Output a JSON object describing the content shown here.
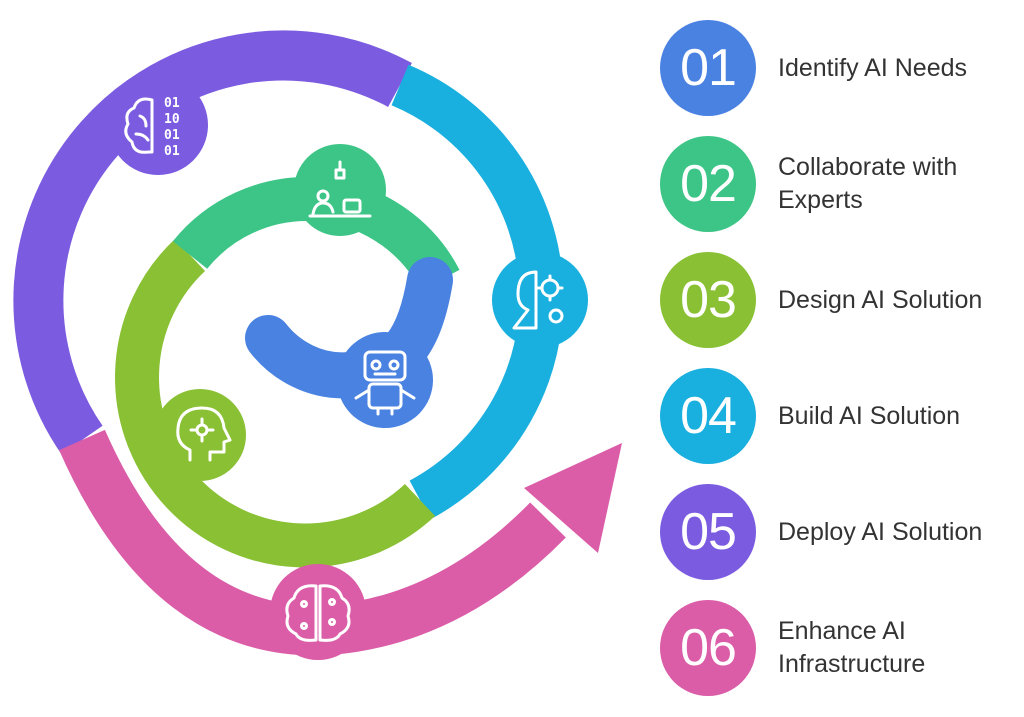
{
  "colors": {
    "step1": "#4A82E2",
    "step2": "#3CC586",
    "step3": "#8AC034",
    "step4": "#19AFDE",
    "step5": "#7B5BE0",
    "step6": "#DB5CA7"
  },
  "steps": [
    {
      "number": "01",
      "label": "Identify AI Needs",
      "icon": "robot-icon"
    },
    {
      "number": "02",
      "label": "Collaborate with Experts",
      "icon": "people-collaborating-icon"
    },
    {
      "number": "03",
      "label": "Design AI Solution",
      "icon": "head-gear-icon"
    },
    {
      "number": "04",
      "label": "Build AI Solution",
      "icon": "human-gear-icon"
    },
    {
      "number": "05",
      "label": "Deploy AI Solution",
      "icon": "brain-binary-icon"
    },
    {
      "number": "06",
      "label": "Enhance AI Infrastructure",
      "icon": "circuit-brain-icon"
    }
  ],
  "binary_digits": [
    "01",
    "10",
    "01",
    "01"
  ]
}
